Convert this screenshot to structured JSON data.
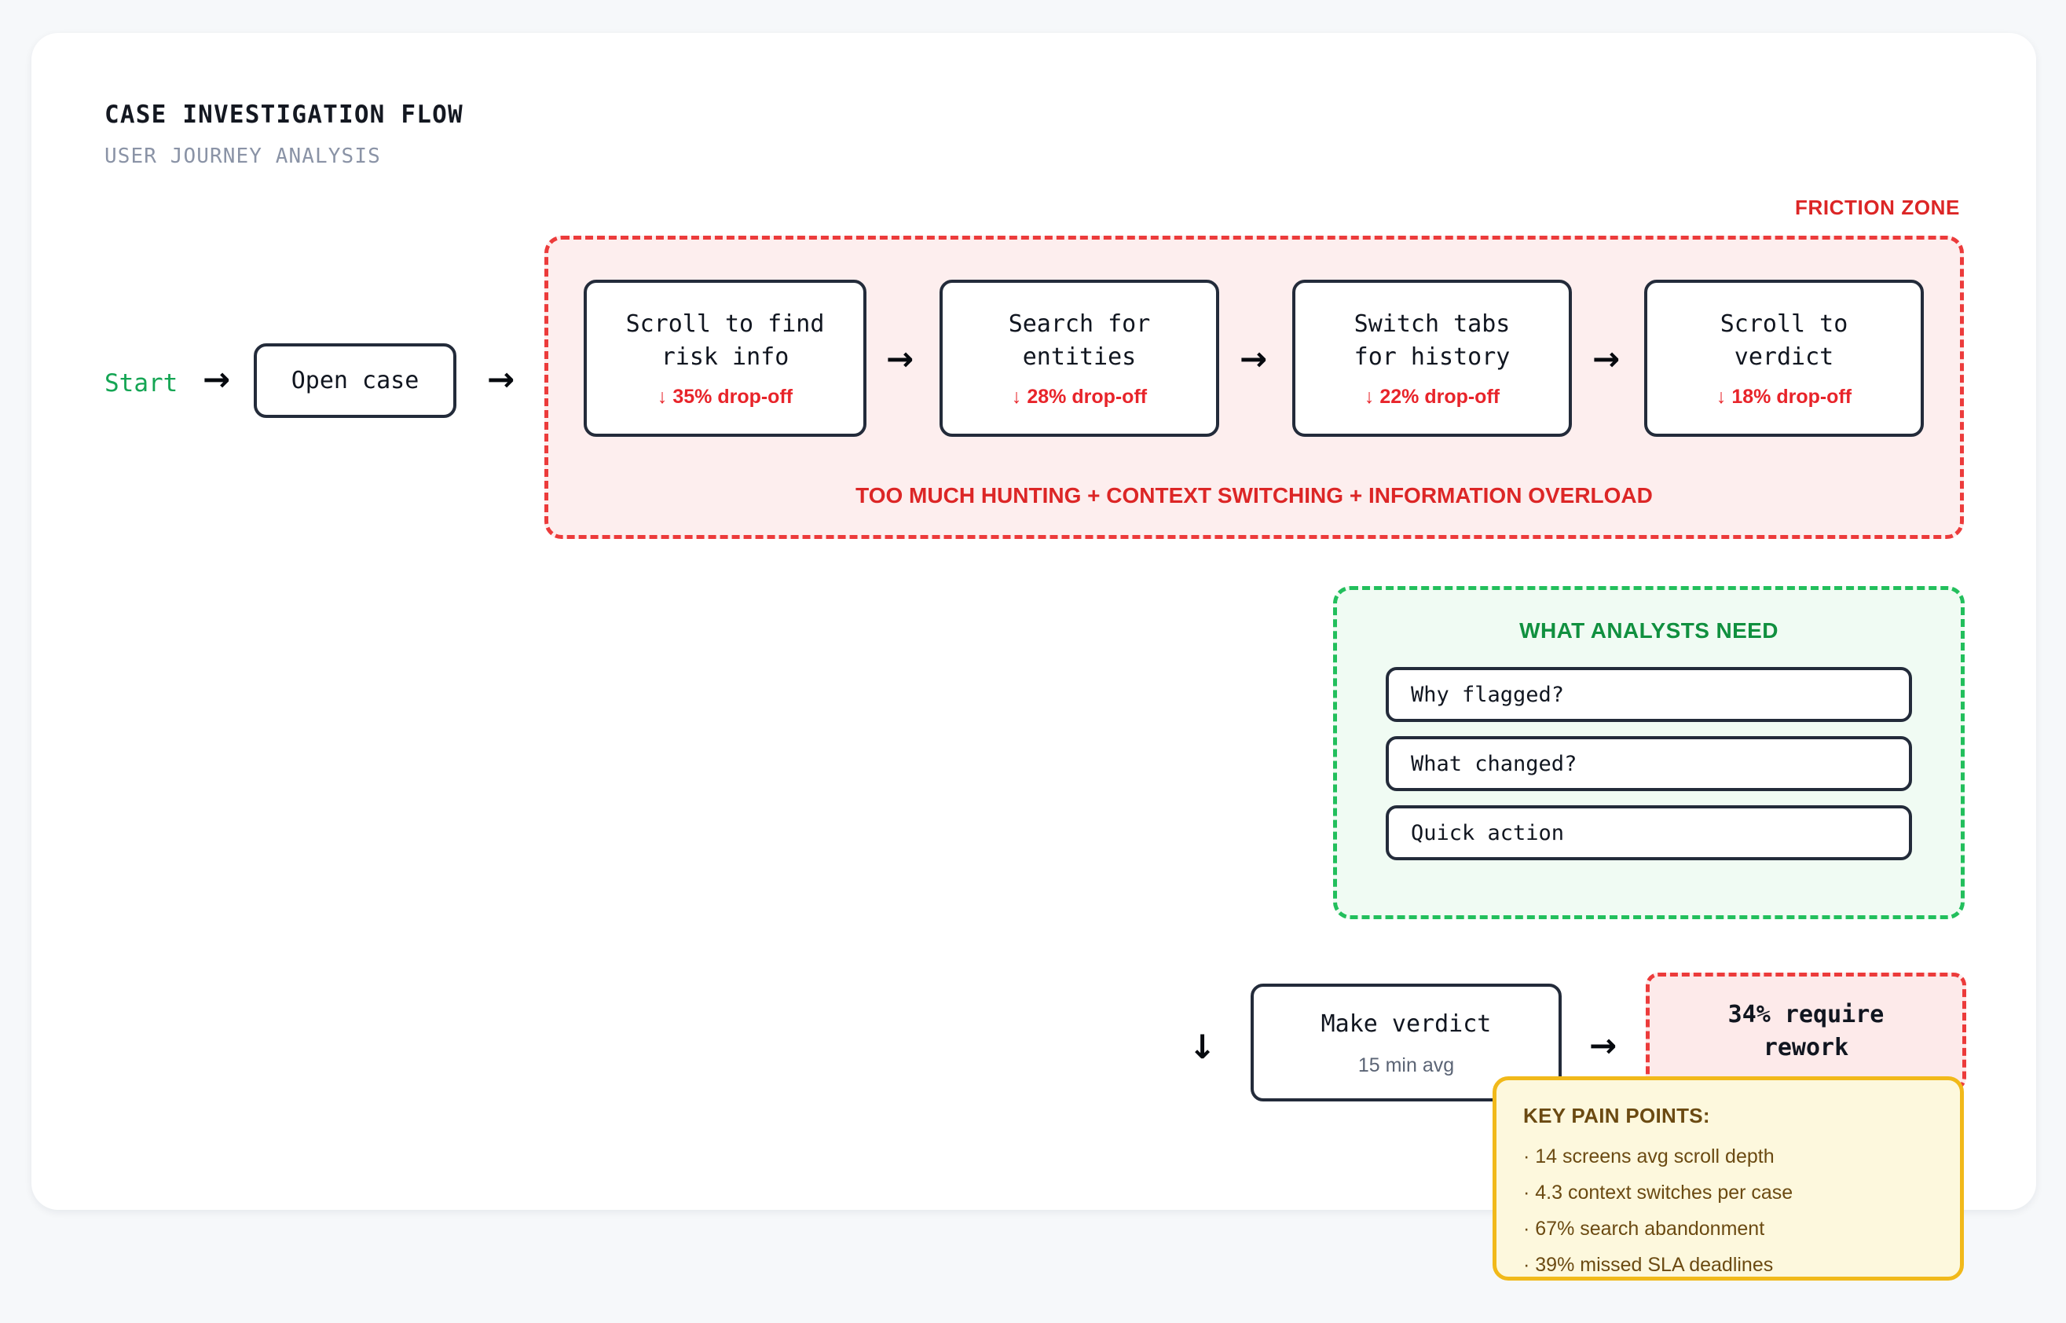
{
  "header": {
    "title": "CASE INVESTIGATION FLOW",
    "subtitle": "USER JOURNEY ANALYSIS"
  },
  "flow": {
    "start_label": "Start",
    "arrow_right": "→",
    "arrow_down": "↓",
    "open_case": {
      "label": "Open case"
    },
    "make_verdict": {
      "label": "Make verdict",
      "metric": "15 min avg"
    }
  },
  "friction_zone": {
    "tag": "FRICTION ZONE",
    "caption": "TOO MUCH HUNTING + CONTEXT SWITCHING + INFORMATION OVERLOAD",
    "steps": [
      {
        "label": "Scroll to find\nrisk info",
        "dropoff": "↓ 35% drop-off"
      },
      {
        "label": "Search for\nentities",
        "dropoff": "↓ 28% drop-off"
      },
      {
        "label": "Switch tabs\nfor history",
        "dropoff": "↓ 22% drop-off"
      },
      {
        "label": "Scroll to\nverdict",
        "dropoff": "↓ 18% drop-off"
      }
    ]
  },
  "needs_panel": {
    "title": "WHAT ANALYSTS NEED",
    "items": [
      {
        "label": "Why flagged?"
      },
      {
        "label": "What changed?"
      },
      {
        "label": "Quick action"
      }
    ]
  },
  "rework": {
    "label": "34% require\nrework"
  },
  "pain_points": {
    "title": "KEY PAIN POINTS:",
    "items": [
      "· 14 screens avg scroll depth",
      "· 4.3 context switches per case",
      "· 67% search abandonment",
      "· 39% missed SLA deadlines"
    ]
  },
  "colors": {
    "danger": "#dc2626",
    "danger_border": "#ec3b3b",
    "danger_bg": "#fdeeee",
    "success": "#10903f",
    "success_border": "#22bf5c",
    "success_bg": "#f0fbf3",
    "warning_border": "#f1b91a",
    "warning_bg": "#fdf8dd",
    "ink": "#232b3a",
    "muted": "#8a93a6"
  }
}
